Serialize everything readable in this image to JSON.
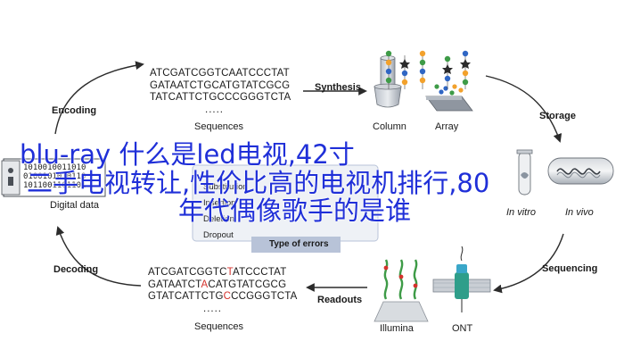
{
  "labels": {
    "encoding": "Encoding",
    "synthesis": "Synthesis",
    "storage": "Storage",
    "sequencing": "Sequencing",
    "readouts": "Readouts",
    "decoding": "Decoding",
    "digital_data": "Digital data",
    "column": "Column",
    "array": "Array",
    "in_vitro": "In vitro",
    "in_vivo": "In vivo",
    "illumina": "Illumina",
    "ont": "ONT",
    "sequences_top": "Sequences",
    "sequences_bottom": "Sequences",
    "type_of_errors": "Type of errors"
  },
  "top_sequences": [
    "ATCGATCGGTCAATCCCTAT",
    "GATAATCTGCATGTATCGCG",
    "TATCATTCTGCCCGGGTCTA",
    "....."
  ],
  "bottom_sequences": [
    [
      "ATCGATCGGTC",
      "T",
      "ATCCCTAT"
    ],
    [
      "GATAATCT",
      "A",
      "CATGTATCGCG"
    ],
    [
      "GTATCATTCTG",
      "C",
      "CCGGGTCTA"
    ],
    [
      "",
      "",
      "....."
    ]
  ],
  "digital_code": [
    "1010010011010",
    "0100101010110",
    "1011001101101"
  ],
  "error_types": [
    "Substitution",
    "Insertion",
    "Deletion",
    "Dropout"
  ],
  "overlay_lines": [
    "blu-ray 什么是led电视,42寸",
    "二手电视转让,性价比高的电视机排行,80",
    "年代偶像歌手的是谁"
  ],
  "colors": {
    "arrow": "#2b2b2b",
    "red_accent": "#d4322c",
    "overlay_text": "#1f2fd8",
    "error_box": "#b8c3d8",
    "nucleotide_green": "#3e9b47",
    "nucleotide_blue": "#2f66c4",
    "nucleotide_orange": "#f2a12c"
  }
}
